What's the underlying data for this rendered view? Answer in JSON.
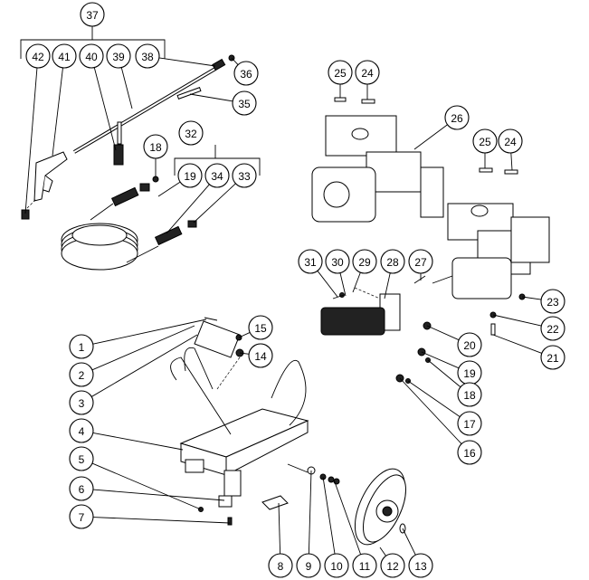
{
  "diagram": {
    "type": "exploded-parts-view",
    "callouts": [
      "37",
      "42",
      "41",
      "40",
      "39",
      "38",
      "36",
      "35",
      "32",
      "18",
      "19",
      "34",
      "33",
      "25",
      "24",
      "26",
      "25",
      "24",
      "31",
      "30",
      "29",
      "28",
      "27",
      "23",
      "22",
      "21",
      "20",
      "19",
      "18",
      "17",
      "16",
      "15",
      "14",
      "1",
      "2",
      "3",
      "4",
      "5",
      "6",
      "7",
      "8",
      "9",
      "10",
      "11",
      "12",
      "13"
    ]
  }
}
